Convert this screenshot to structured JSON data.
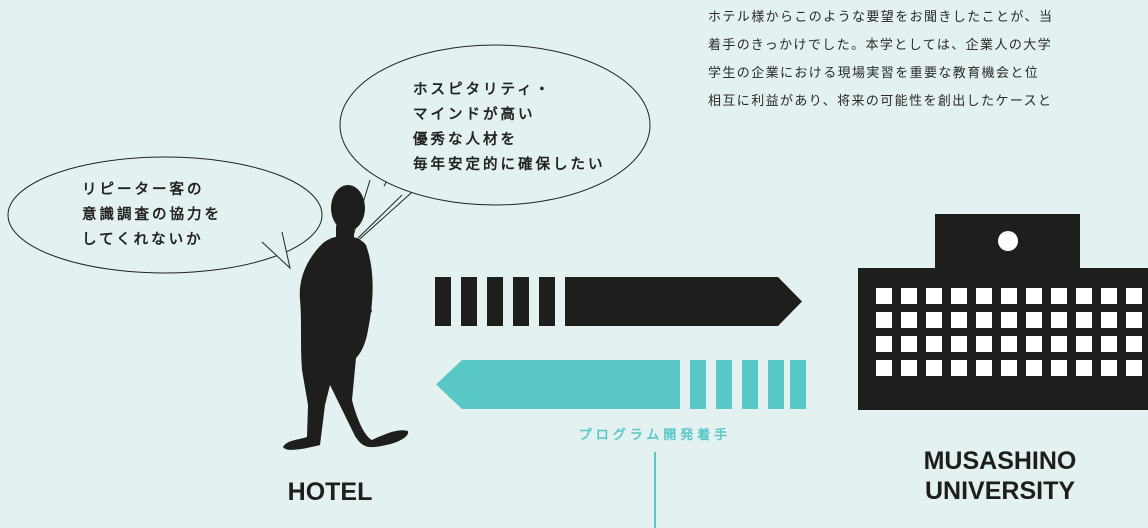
{
  "description": {
    "lines": [
      "ホテル様からこのような要望をお聞きしたことが、当",
      "着手のきっかけでした。本学としては、企業人の大学",
      "学生の企業における現場実習を重要な教育機会と位",
      "相互に利益があり、将来の可能性を創出したケースと"
    ]
  },
  "bubbles": {
    "right": {
      "lines": [
        "ホスピタリティ・",
        "マインドが高い",
        "優秀な人材を",
        "毎年安定的に確保したい"
      ]
    },
    "left": {
      "lines": [
        "リピーター客の",
        "意識調査の協力を",
        "してくれないか"
      ]
    }
  },
  "labels": {
    "hotel": "HOTEL",
    "university_line1": "MUSASHINO",
    "university_line2": "UNIVERSITY",
    "program": "プログラム開発着手"
  },
  "colors": {
    "background": "#e3f1f1",
    "dark": "#1e1e1e",
    "accent": "#5ac7c7"
  }
}
